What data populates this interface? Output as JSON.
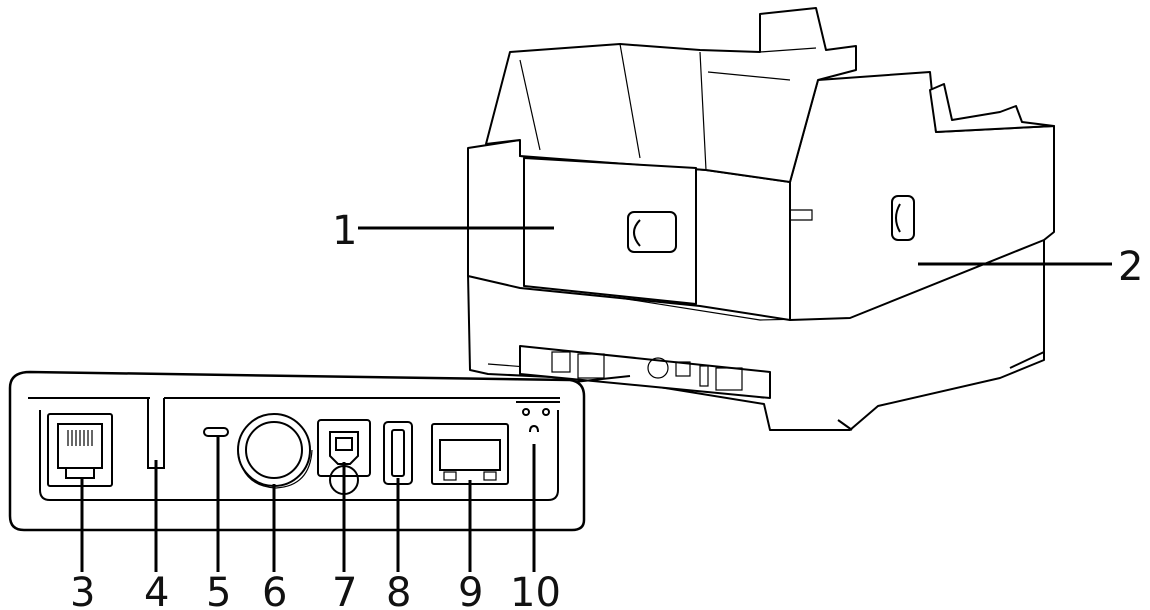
{
  "callouts": [
    {
      "id": "1",
      "label": "1"
    },
    {
      "id": "2",
      "label": "2"
    },
    {
      "id": "3",
      "label": "3"
    },
    {
      "id": "4",
      "label": "4"
    },
    {
      "id": "5",
      "label": "5"
    },
    {
      "id": "6",
      "label": "6"
    },
    {
      "id": "7",
      "label": "7"
    },
    {
      "id": "8",
      "label": "8"
    },
    {
      "id": "9",
      "label": "9"
    },
    {
      "id": "10",
      "label": "10"
    }
  ],
  "colors": {
    "line": "#000000",
    "background": "#ffffff",
    "text": "#111111"
  }
}
